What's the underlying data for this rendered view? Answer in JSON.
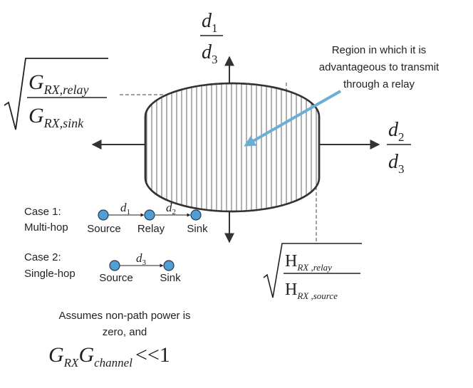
{
  "axes": {
    "y_label": {
      "num": "d",
      "num_sub": "1",
      "den": "d",
      "den_sub": "3"
    },
    "x_label": {
      "num": "d",
      "num_sub": "2",
      "den": "d",
      "den_sub": "3"
    },
    "left_threshold": {
      "num": "G",
      "num_sub": "RX,relay",
      "den": "G",
      "den_sub": "RX,sink"
    },
    "right_threshold": {
      "num": "H",
      "num_sub": "RX ,relay",
      "den": "H",
      "den_sub": "RX ,source"
    }
  },
  "region_annotation": {
    "lines": [
      "Region in which it is",
      "advantageous to transmit",
      "through a relay"
    ],
    "arrow_color": "#6aaed6"
  },
  "case1": {
    "label_lines": [
      "Case 1:",
      "Multi-hop"
    ],
    "nodes": [
      "Source",
      "Relay",
      "Sink"
    ],
    "links": [
      {
        "var": "d",
        "sub": "1"
      },
      {
        "var": "d",
        "sub": "2"
      }
    ]
  },
  "case2": {
    "label_lines": [
      "Case 2:",
      "Single-hop"
    ],
    "nodes": [
      "Source",
      "Sink"
    ],
    "links": [
      {
        "var": "d",
        "sub": "3"
      }
    ]
  },
  "assumption": {
    "lines": [
      "Assumes non-path power is",
      "zero, and"
    ],
    "formula": {
      "a": "G",
      "a_sub": "RX",
      "b": "G",
      "b_sub": "channel",
      "rel": "<<1"
    }
  },
  "colors": {
    "node_fill": "#4f9fd6",
    "node_stroke": "#2e3a4a",
    "ink": "#222222",
    "arrow": "#6aaed6"
  }
}
